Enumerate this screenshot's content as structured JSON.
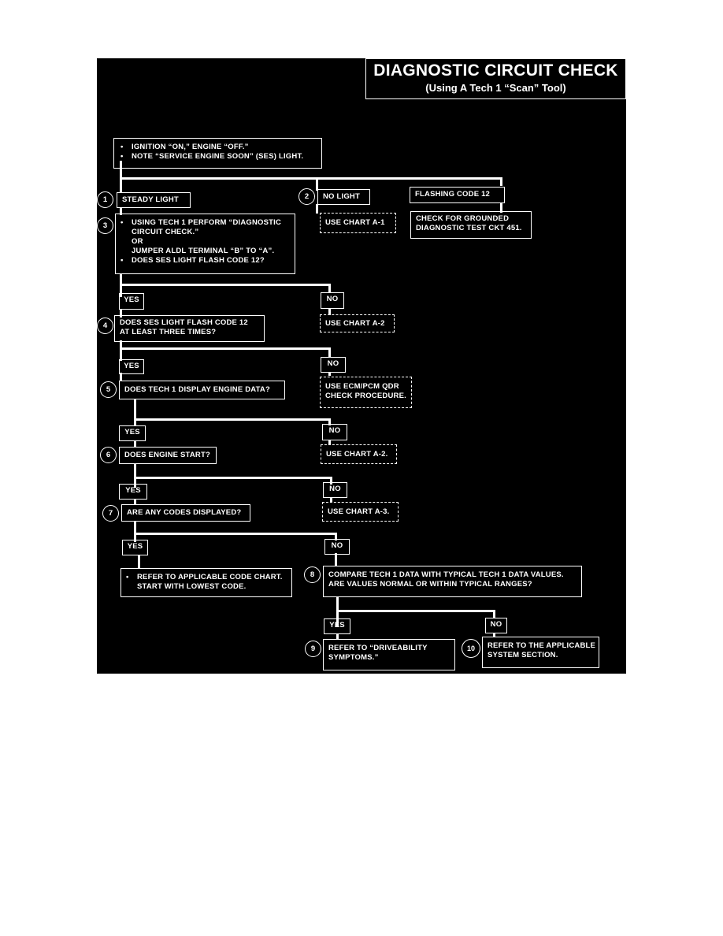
{
  "header": {
    "title": "DIAGNOSTIC CIRCUIT CHECK",
    "subtitle": "(Using A Tech 1 “Scan” Tool)"
  },
  "start": {
    "items": [
      "IGNITION “ON,” ENGINE “OFF.”",
      "NOTE “SERVICE ENGINE SOON” (SES) LIGHT."
    ]
  },
  "steps": {
    "s1": "1",
    "s2": "2",
    "s3": "3",
    "s4": "4",
    "s5": "5",
    "s6": "6",
    "s7": "7",
    "s8": "8",
    "s9": "9",
    "s10": "10"
  },
  "row1": {
    "steady": "STEADY LIGHT",
    "no_light": "NO LIGHT",
    "flashing": "FLASHING CODE 12",
    "use_chart_a1": "USE CHART A-1",
    "check_grounded_1": "CHECK FOR GROUNDED",
    "check_grounded_2": "DIAGNOSTIC TEST CKT 451."
  },
  "step3": {
    "line1": "USING TECH 1 PERFORM “DIAGNOSTIC",
    "line2": "CIRCUIT CHECK.”",
    "line3": "OR",
    "line4": "JUMPER ALDL TERMINAL “B” TO “A”.",
    "line5": "DOES SES LIGHT FLASH CODE 12?"
  },
  "labels": {
    "yes": "YES",
    "no": "NO"
  },
  "step4": {
    "line1": "DOES SES LIGHT FLASH CODE 12",
    "line2": "AT LEAST THREE TIMES?",
    "alt": "USE CHART A-2"
  },
  "step5": {
    "text": "DOES TECH 1 DISPLAY ENGINE DATA?",
    "alt1": "USE ECM/PCM QDR",
    "alt2": "CHECK PROCEDURE."
  },
  "step6": {
    "text": "DOES ENGINE START?",
    "alt": "USE CHART A-2."
  },
  "step7": {
    "text": "ARE ANY CODES DISPLAYED?",
    "alt": "USE CHART A-3."
  },
  "yes7": {
    "line1": "REFER TO APPLICABLE CODE CHART.",
    "line2": "START WITH LOWEST CODE."
  },
  "step8": {
    "line1": "COMPARE TECH 1 DATA WITH TYPICAL TECH 1 DATA VALUES.",
    "line2": "ARE VALUES NORMAL OR WITHIN TYPICAL RANGES?"
  },
  "step9": {
    "line1": "REFER TO “DRIVEABILITY",
    "line2": "SYMPTOMS.”"
  },
  "step10": {
    "line1": "REFER TO THE APPLICABLE",
    "line2": "SYSTEM SECTION."
  },
  "colors": {
    "background": "#000000",
    "ink": "#ffffff",
    "page": "#ffffff"
  }
}
